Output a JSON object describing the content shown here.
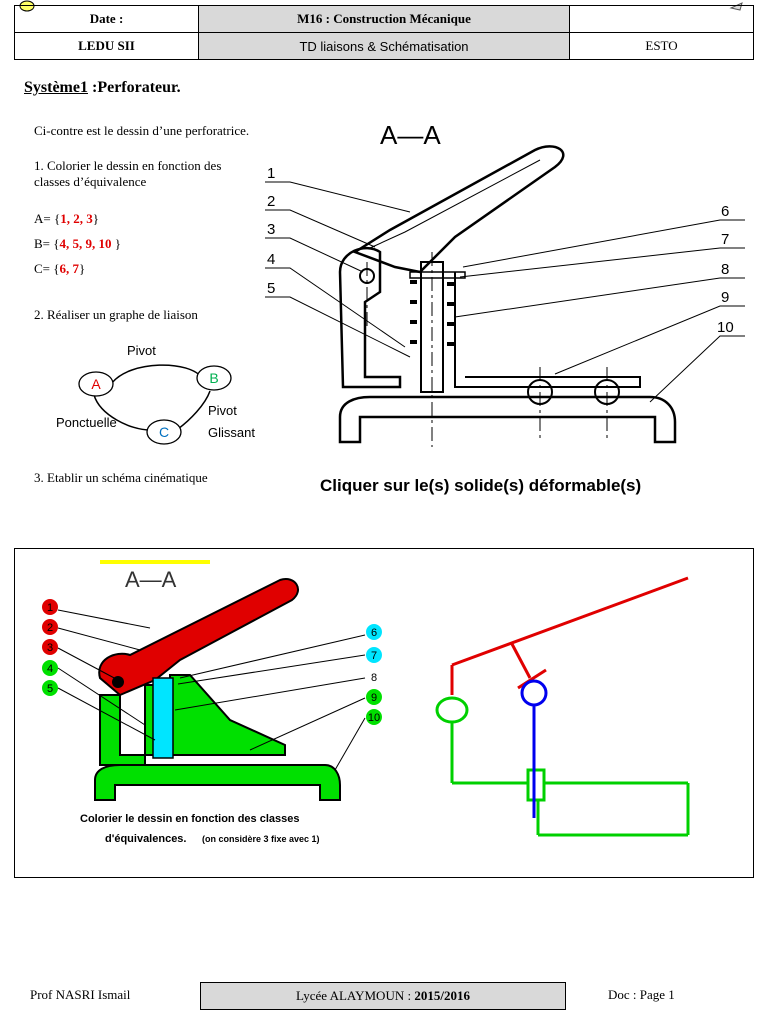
{
  "header": {
    "date_label": "Date :",
    "module": "M16 : Construction Mécanique",
    "class": "LEDU SII",
    "td_title": "TD  liaisons & Schématisation",
    "school": "ESTO"
  },
  "section": {
    "title_underlined": "Système1",
    "title_rest": " :Perforateur."
  },
  "intro": "Ci-contre est le dessin d’une perforatrice.",
  "q1": {
    "text_line1": "1. Colorier le dessin en fonction des",
    "text_line2": "classes d’équivalence",
    "classes": [
      {
        "prefix": "A= {",
        "values": "1, 2, 3",
        "suffix": "}"
      },
      {
        "prefix": "B= {",
        "values": "4, 5, 9, 10",
        "suffix": " }"
      },
      {
        "prefix": "C= {",
        "values": "6, 7",
        "suffix": "}"
      }
    ]
  },
  "q2": {
    "text": "2. Réaliser un graphe de liaison",
    "graph": {
      "nodes": [
        {
          "id": "A",
          "color": "#e00000"
        },
        {
          "id": "B",
          "color": "#00b050"
        },
        {
          "id": "C",
          "color": "#0070c0"
        }
      ],
      "links": [
        "Pivot",
        "Ponctuelle",
        "Pivot",
        "Glissant"
      ]
    }
  },
  "q3": {
    "text": "3. Etablir un schéma cinématique"
  },
  "drawing": {
    "section_label": "A—A",
    "part_numbers": [
      "1",
      "2",
      "3",
      "4",
      "5",
      "6",
      "7",
      "8",
      "9",
      "10"
    ]
  },
  "click_instruction": "Cliquer sur le(s) solide(s) déformable(s)",
  "answer": {
    "section_label": "A—A",
    "caption_line1": "Colorier le dessin en fonction des classes",
    "caption_line2": "d'équivalences.",
    "caption_note": "(on considère 3 fixe avec 1)",
    "part_colors": {
      "1": "#e00000",
      "2": "#e00000",
      "3": "#e00000",
      "4": "#00e000",
      "5": "#00e000",
      "6": "#00e5ff",
      "7": "#00e5ff",
      "8": "#ffffff",
      "9": "#00e000",
      "10": "#00e000"
    }
  },
  "footer": {
    "prof": "Prof  NASRI Ismail",
    "lycee_prefix": "Lycée ALAYMOUN : ",
    "year": "2015/2016",
    "page": "Doc : Page 1"
  }
}
